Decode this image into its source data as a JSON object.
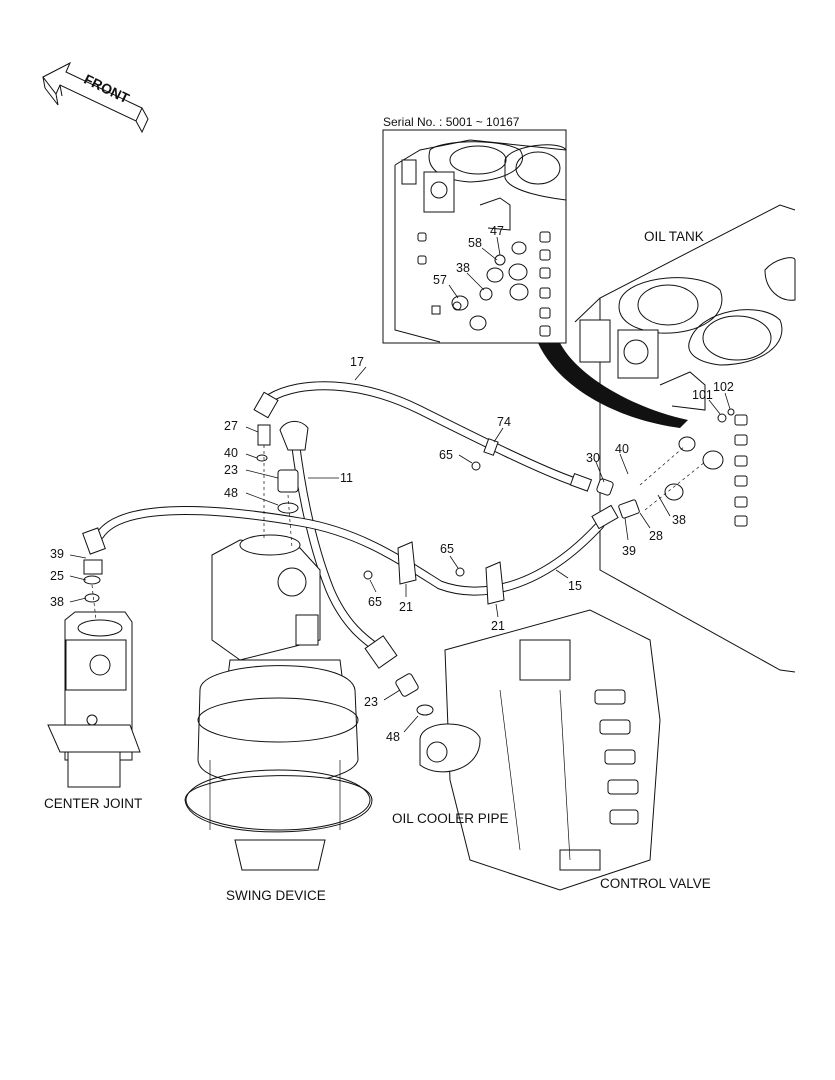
{
  "diagram": {
    "front_label": "FRONT",
    "serial_label": "Serial No. : 5001 ~ 10167",
    "component_labels": {
      "oil_tank": "OIL TANK",
      "center_joint": "CENTER JOINT",
      "swing_device": "SWING DEVICE",
      "oil_cooler_pipe": "OIL COOLER PIPE",
      "control_valve": "CONTROL VALVE"
    },
    "parts": [
      {
        "id": "p17",
        "num": "17"
      },
      {
        "id": "p74",
        "num": "74"
      },
      {
        "id": "p27",
        "num": "27"
      },
      {
        "id": "p40a",
        "num": "40"
      },
      {
        "id": "p23a",
        "num": "23"
      },
      {
        "id": "p11",
        "num": "11"
      },
      {
        "id": "p48a",
        "num": "48"
      },
      {
        "id": "p65a",
        "num": "65"
      },
      {
        "id": "p30",
        "num": "30"
      },
      {
        "id": "p40b",
        "num": "40"
      },
      {
        "id": "p39a",
        "num": "39"
      },
      {
        "id": "p25",
        "num": "25"
      },
      {
        "id": "p38a",
        "num": "38"
      },
      {
        "id": "p65b",
        "num": "65"
      },
      {
        "id": "p65c",
        "num": "65"
      },
      {
        "id": "p21a",
        "num": "21"
      },
      {
        "id": "p21b",
        "num": "21"
      },
      {
        "id": "p15",
        "num": "15"
      },
      {
        "id": "p39b",
        "num": "39"
      },
      {
        "id": "p28",
        "num": "28"
      },
      {
        "id": "p38b",
        "num": "38"
      },
      {
        "id": "p23b",
        "num": "23"
      },
      {
        "id": "p48b",
        "num": "48"
      },
      {
        "id": "p101",
        "num": "101"
      },
      {
        "id": "p102",
        "num": "102"
      },
      {
        "id": "p47",
        "num": "47"
      },
      {
        "id": "p58",
        "num": "58"
      },
      {
        "id": "p38c",
        "num": "38"
      },
      {
        "id": "p57",
        "num": "57"
      }
    ]
  }
}
